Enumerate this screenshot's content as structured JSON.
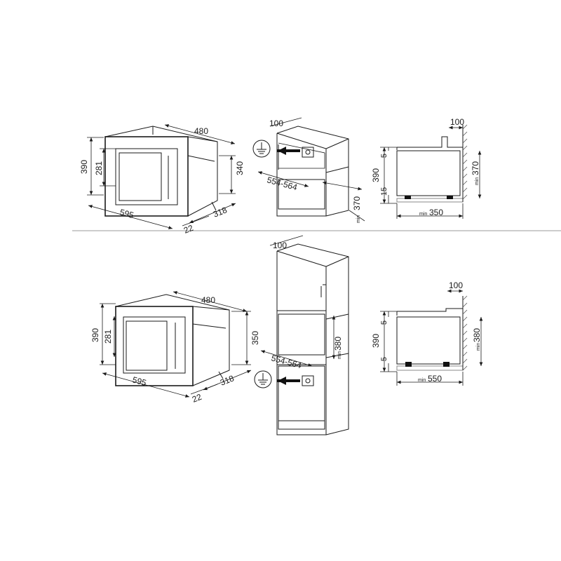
{
  "top_row": {
    "appliance": {
      "width": "595",
      "top_depth": "480",
      "height": "390",
      "door_height": "281",
      "body_height": "340",
      "side_depth": "318",
      "door_thickness": "22"
    },
    "cabinet": {
      "top_offset": "100",
      "niche_width": "554-564",
      "niche_height_min_label": "min",
      "niche_height": "370"
    },
    "side_section": {
      "top_offset": "100",
      "height": "390",
      "gap_top": "5",
      "gap_bottom": "15",
      "niche_min_label": "min",
      "niche_height": "370",
      "depth_min_label": "min",
      "depth": "350"
    }
  },
  "bottom_row": {
    "appliance": {
      "width": "595",
      "top_depth": "480",
      "height": "390",
      "door_height": "281",
      "body_height": "350",
      "side_depth": "318",
      "door_thickness": "22"
    },
    "column": {
      "top_offset": "100",
      "niche_width": "554-564",
      "niche_height_min_label": "min",
      "niche_height": "380"
    },
    "side_section": {
      "top_offset": "100",
      "height": "390",
      "gap_top": "5",
      "gap_bottom": "5",
      "niche_min_label": "min",
      "niche_height": "380",
      "depth_min_label": "min",
      "depth": "550"
    }
  }
}
